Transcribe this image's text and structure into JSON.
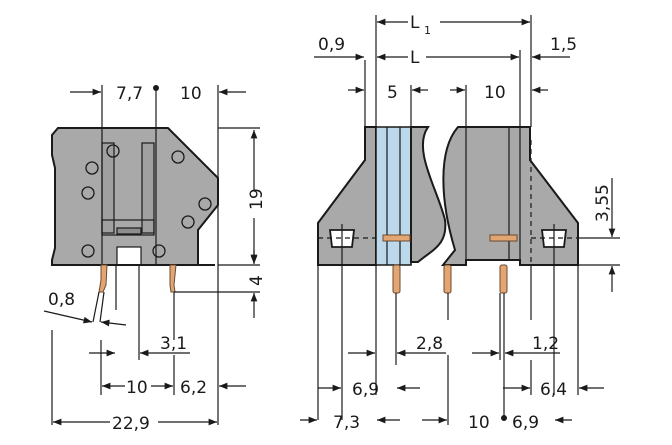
{
  "drawing": {
    "type": "technical dimension drawing",
    "colors": {
      "housing": "#a9a9a9",
      "transparent_part": "#bcd9ec",
      "pin": "#e3a572",
      "line": "#1a1a1a"
    },
    "side_view": {
      "dimensions": {
        "top_left": "7,7",
        "top_right": "10",
        "height": "19",
        "pin_length": "4",
        "pin_diameter": "0,8",
        "offset": "3,1",
        "pitch": "10",
        "right_offset": "6,2",
        "total_width": "22,9"
      }
    },
    "front_view": {
      "dimensions": {
        "overall_length": "L",
        "overall_length_sub": "1",
        "length": "L",
        "left_gap": "0,9",
        "right_gap": "1,5",
        "first_pitch": "5",
        "last_pitch": "10",
        "hole_height": "3,55",
        "pin_spacing_left": "2,8",
        "pin_width": "1,2",
        "left_mount": "6,9",
        "left_edge": "7,3",
        "right_mount": "6,4",
        "bottom_pitch": "10",
        "bottom_right": "6,9"
      }
    }
  }
}
